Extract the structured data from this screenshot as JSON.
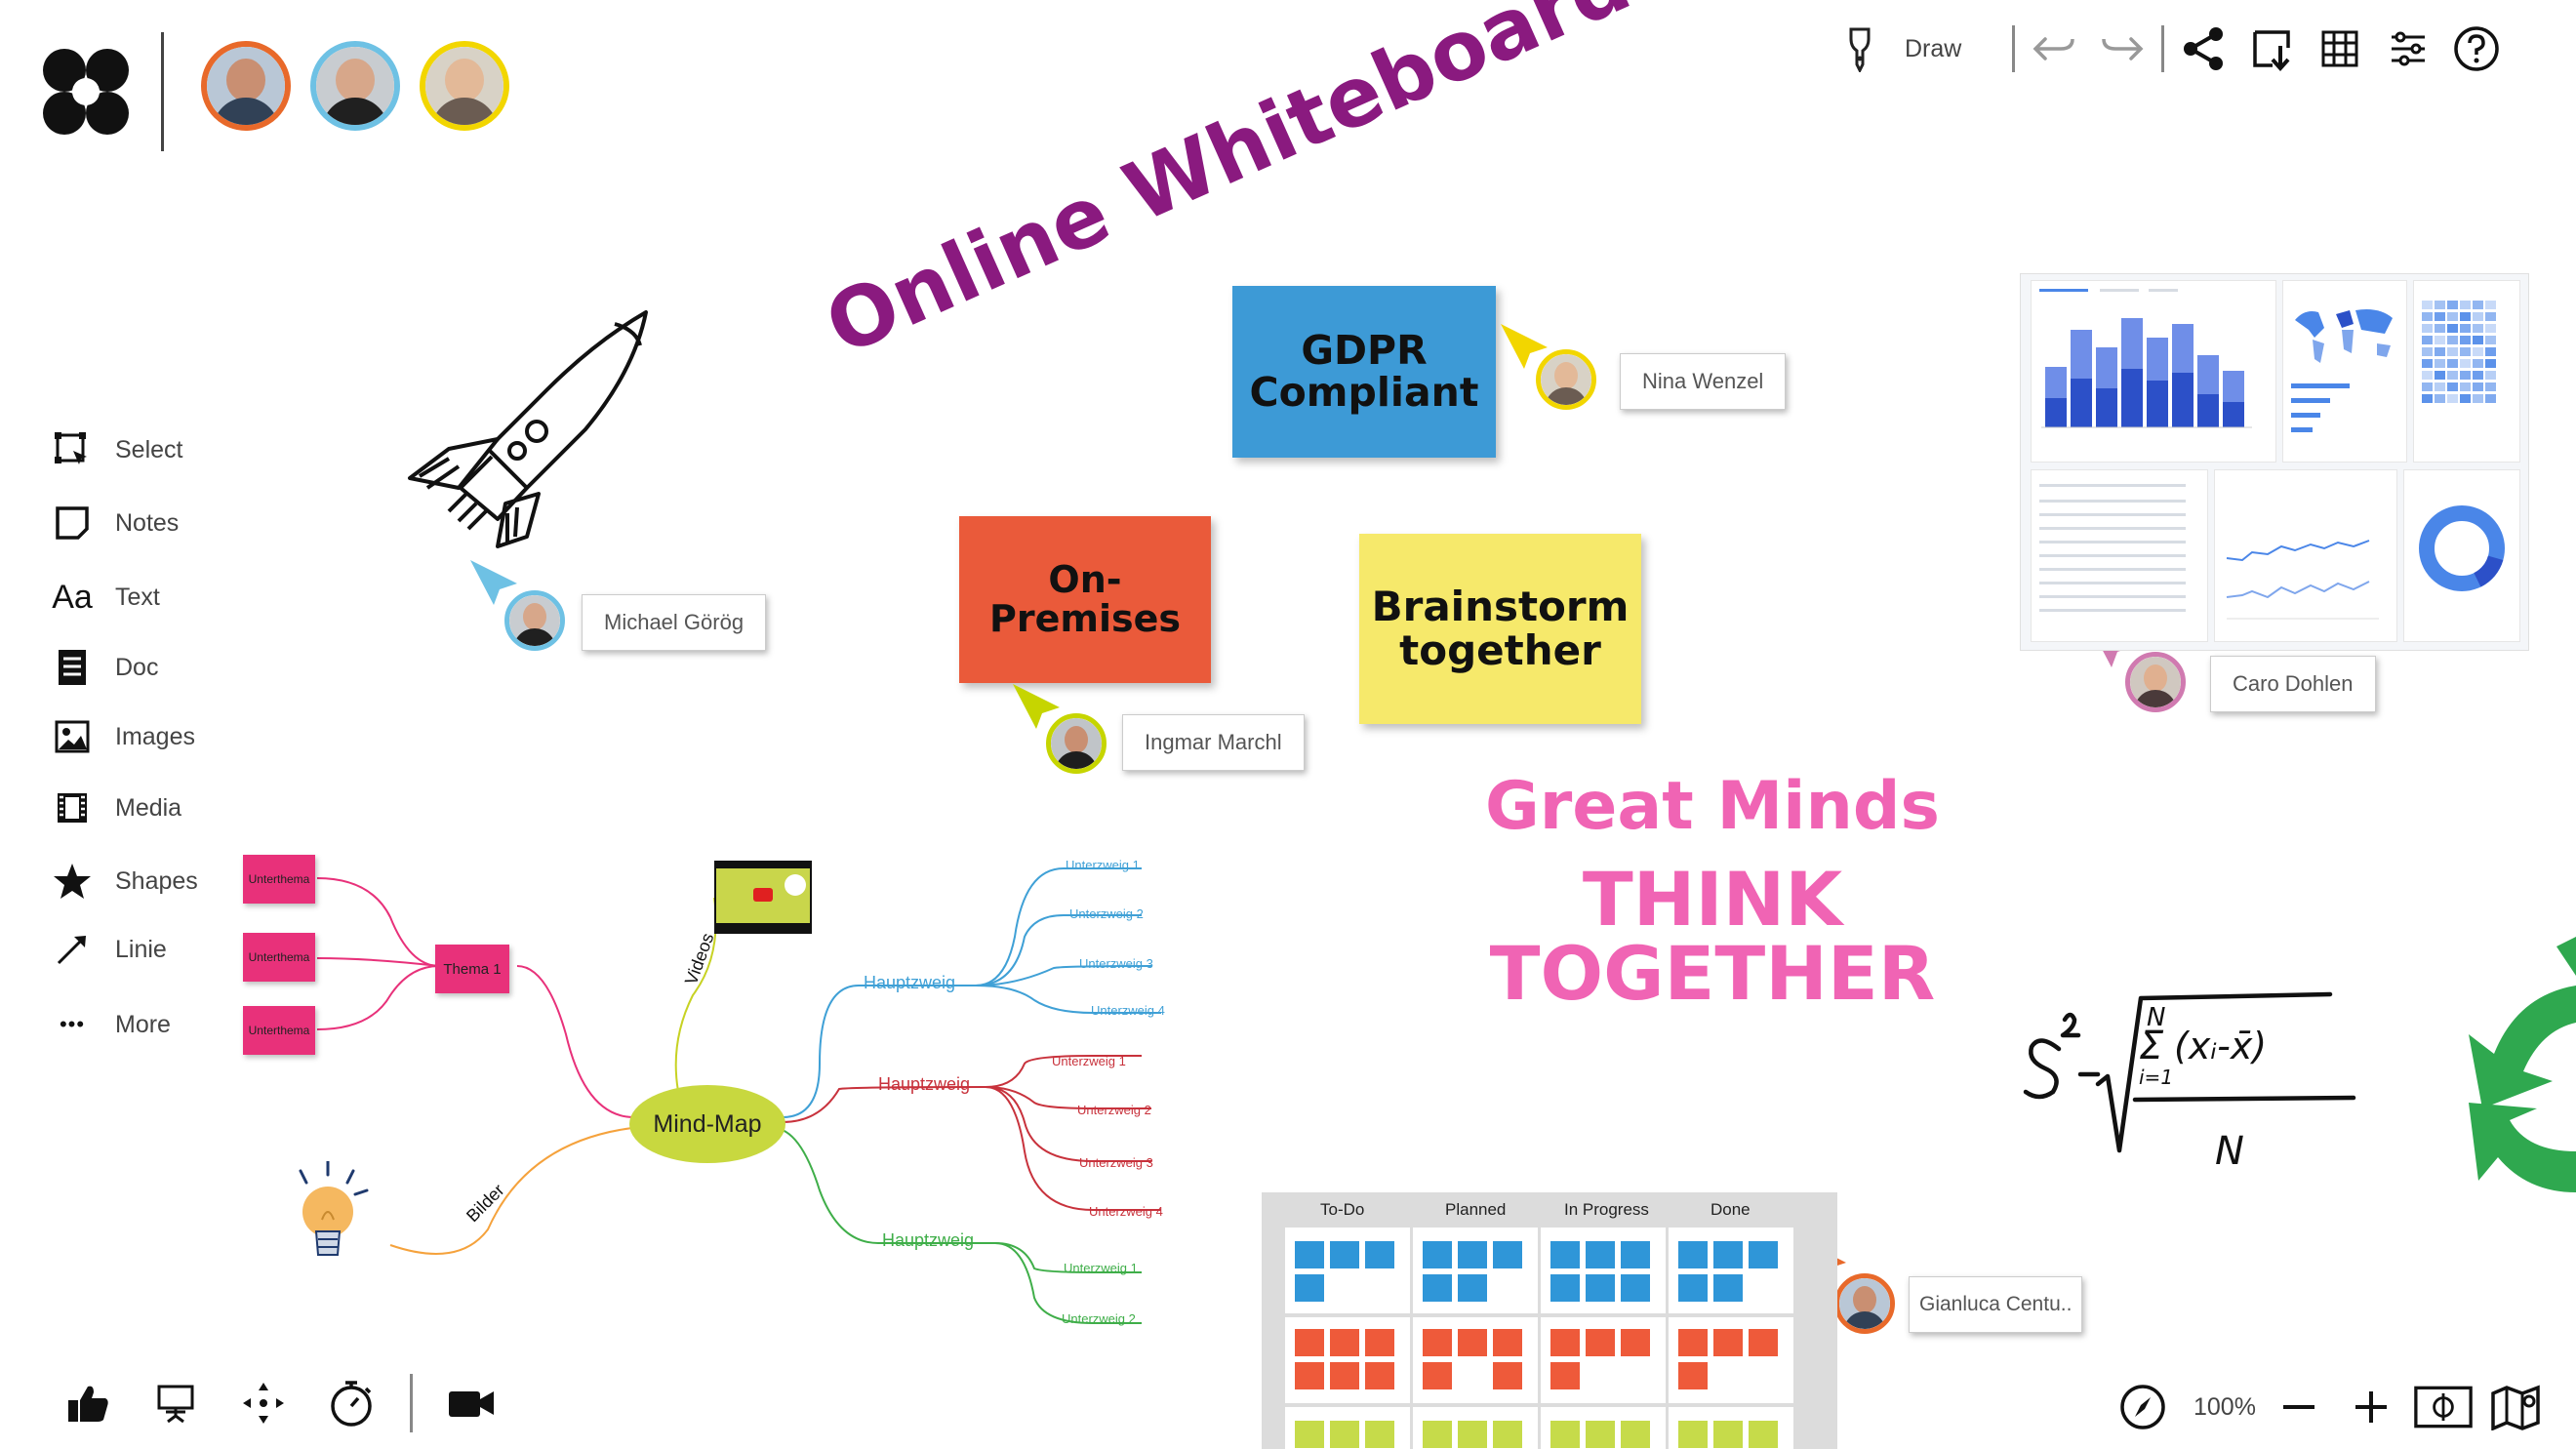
{
  "app": {
    "draw_label": "Draw",
    "zoom_level": "100%"
  },
  "collaborators": [
    {
      "name": "collaborator-1",
      "ring_color": "#e8692a"
    },
    {
      "name": "collaborator-2",
      "ring_color": "#6ec1e4"
    },
    {
      "name": "collaborator-3",
      "ring_color": "#f2d600"
    }
  ],
  "tools": [
    {
      "id": "select",
      "label": "Select",
      "icon": "select-icon"
    },
    {
      "id": "notes",
      "label": "Notes",
      "icon": "note-icon"
    },
    {
      "id": "text",
      "label": "Text",
      "icon": "text-icon",
      "glyph": "Aa"
    },
    {
      "id": "doc",
      "label": "Doc",
      "icon": "doc-icon"
    },
    {
      "id": "images",
      "label": "Images",
      "icon": "image-icon"
    },
    {
      "id": "media",
      "label": "Media",
      "icon": "film-icon"
    },
    {
      "id": "shapes",
      "label": "Shapes",
      "icon": "star-icon"
    },
    {
      "id": "linie",
      "label": "Linie",
      "icon": "arrow-line-icon"
    },
    {
      "id": "more",
      "label": "More",
      "icon": "more-dots-icon",
      "glyph": "•••"
    }
  ],
  "canvas": {
    "headline": "Online Whiteboard",
    "great_minds_line1": "Great Minds",
    "great_minds_line2": "THINK TOGETHER",
    "stickies": [
      {
        "id": "gdpr",
        "text_line1": "GDPR",
        "text_line2": "Compliant",
        "color": "#3d9ad6"
      },
      {
        "id": "onprem",
        "text_line1": "On-",
        "text_line2": "Premises",
        "color": "#ea5a3a"
      },
      {
        "id": "brainstorm",
        "text_line1": "Brainstorm",
        "text_line2": "together",
        "color": "#f6e96b"
      }
    ],
    "cursors": [
      {
        "name": "Nina Wenzel",
        "color": "#f2d600"
      },
      {
        "name": "Michael Görög",
        "color": "#6ec1e4"
      },
      {
        "name": "Ingmar Marchl",
        "color": "#c6d500"
      },
      {
        "name": "Caro Dohlen",
        "color": "#d07ab0"
      },
      {
        "name": "Gianluca Centu..",
        "color": "#e8692a"
      }
    ],
    "formula": {
      "lhs": "S",
      "sup": "2",
      "eq": "=",
      "sum_top": "N",
      "sum_bottom": "i=1",
      "numerator": "(xᵢ-x̄)",
      "denominator": "N"
    }
  },
  "mindmap": {
    "center": "Mind-Map",
    "thema": "Thema 1",
    "unterthema": [
      "Unterthema",
      "Unterthema",
      "Unterthema"
    ],
    "videos": "Videos",
    "bilder": "Bilder",
    "branches": [
      {
        "label": "Hauptzweig",
        "color": "#3fa0d6",
        "subs": [
          "Unterzweig 1",
          "Unterzweig 2",
          "Unterzweig 3",
          "Unterzweig 4"
        ]
      },
      {
        "label": "Hauptzweig",
        "color": "#c8323c",
        "subs": [
          "Unterzweig 1",
          "Unterzweig 2",
          "Unterzweig 3",
          "Unterzweig 4"
        ]
      },
      {
        "label": "Hauptzweig",
        "color": "#3fae49",
        "subs": [
          "Unterzweig 1",
          "Unterzweig 2"
        ]
      }
    ]
  },
  "kanban": {
    "columns": [
      "To-Do",
      "Planned",
      "In Progress",
      "Done"
    ],
    "row_colors": [
      "#2f96d8",
      "#ee5a3a",
      "#c6db4a"
    ]
  },
  "analytics": {
    "donut_color": "#4a86e8",
    "bar_color_dark": "#2c50c8",
    "bar_color_light": "#6f8ee8"
  }
}
